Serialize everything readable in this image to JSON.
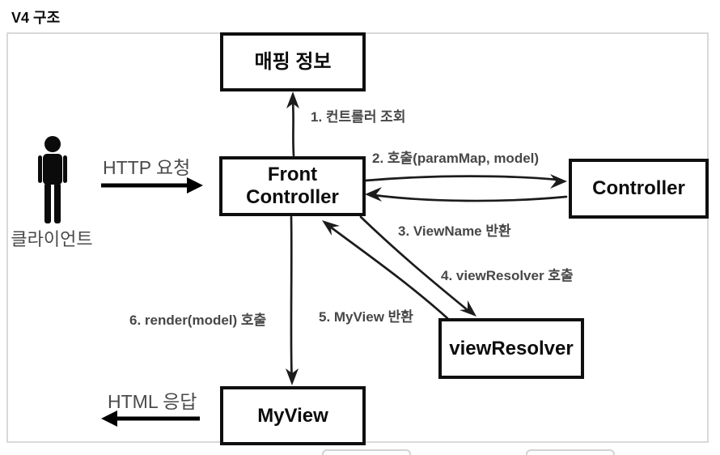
{
  "page": {
    "title": "V4 구조"
  },
  "diagram": {
    "nodes": {
      "mapping": {
        "label": "매핑 정보"
      },
      "front_controller": {
        "label": "Front Controller"
      },
      "controller": {
        "label": "Controller"
      },
      "view_resolver": {
        "label": "viewResolver"
      },
      "my_view": {
        "label": "MyView"
      }
    },
    "actor": {
      "label": "클라이언트",
      "icon": "person-icon"
    },
    "flows": {
      "http_request": "HTTP 요청",
      "html_response": "HTML 응답"
    },
    "steps": [
      {
        "label": "1. 컨트롤러 조회"
      },
      {
        "label": "2. 호출(paramMap, model)"
      },
      {
        "label": "3. ViewName 반환"
      },
      {
        "label": "4. viewResolver 호출"
      },
      {
        "label": "5. MyView 반환"
      },
      {
        "label": "6. render(model) 호출"
      }
    ],
    "colors": {
      "box_border": "#0f0f0f",
      "arrow_black": "#1c1c1c",
      "step_label_gray": "#474747",
      "flow_label_gray": "#4a4a4a",
      "canvas_border": "#d9d9d9"
    }
  }
}
